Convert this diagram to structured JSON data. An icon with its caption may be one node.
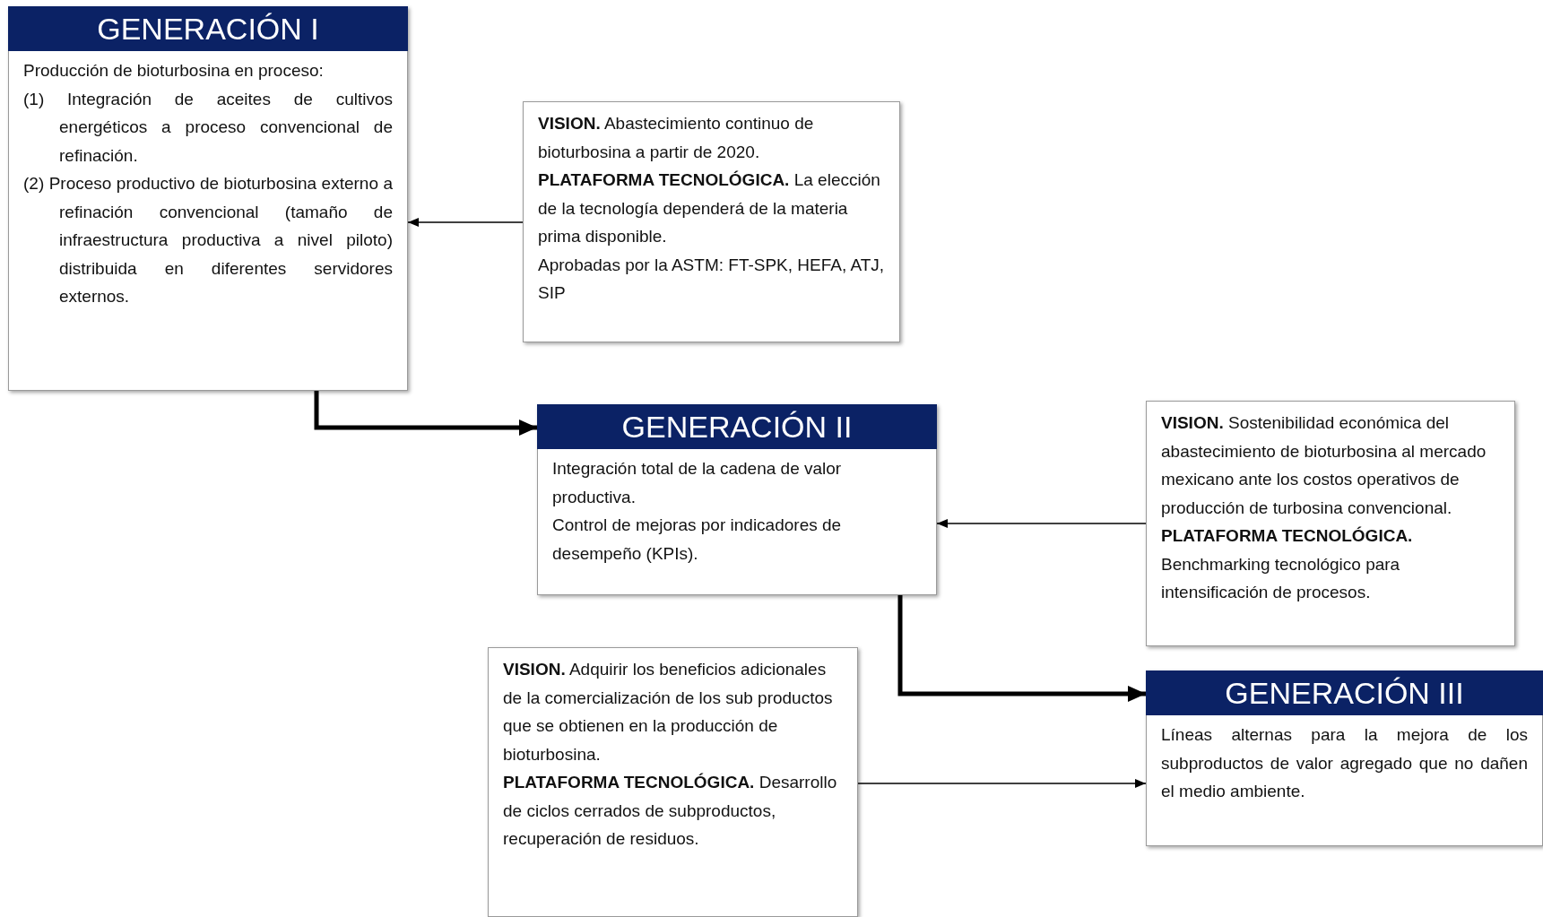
{
  "diagram": {
    "nodes": [
      {
        "text": [
          "GENERACIÓN I",
          "Producción de bioturbosina en proceso:",
          "(1) Integración de aceites de cultivos energéticos a proceso convencional de refinación.",
          "(2) Proceso productivo de bioturbosina externo a refinación convencional (tamaño de infraestructura productiva a nivel piloto) distribuida en diferentes servidores externos."
        ]
      },
      {
        "text": [
          "**VISION.** Abastecimiento continuo de bioturbosina a partir de 2020.",
          "**PLATAFORMA TECNOLÓGICA.** La elección de la tecnología dependerá de la materia prima disponible.",
          "Aprobadas por la ASTM: FT-SPK, HEFA, ATJ, SIP"
        ]
      },
      {
        "text": [
          "GENERACIÓN II",
          "Integración total de la cadena de valor productiva.",
          "Control de mejoras por indicadores de desempeño (KPIs)."
        ]
      },
      {
        "text": [
          "**VISION.** Sostenibilidad económica del abastecimiento de bioturbosina al mercado mexicano ante los costos operativos de producción de turbosina convencional.",
          "**PLATAFORMA TECNOLÓGICA.** Benchmarking tecnológico para intensificación de procesos."
        ]
      },
      {
        "text": [
          "**VISION.** Adquirir los beneficios adicionales de la comercialización de los sub productos que se obtienen en la producción de bioturbosina.",
          "**PLATAFORMA TECNOLÓGICA.** Desarrollo de ciclos cerrados de subproductos, recuperación de residuos."
        ]
      },
      {
        "text": [
          "GENERACIÓN III",
          "Líneas alternas para la mejora de los subproductos de valor agregado que no dañen el medio ambiente."
        ]
      }
    ],
    "edges": [
      {
        "from": 1,
        "to": 0,
        "arrow": "to"
      },
      {
        "from": 0,
        "to": 2,
        "arrow": "to",
        "style": "thick"
      },
      {
        "from": 3,
        "to": 2,
        "arrow": "to"
      },
      {
        "from": 2,
        "to": 5,
        "arrow": "to",
        "style": "thick"
      },
      {
        "from": 4,
        "to": 5,
        "arrow": "to"
      }
    ]
  }
}
